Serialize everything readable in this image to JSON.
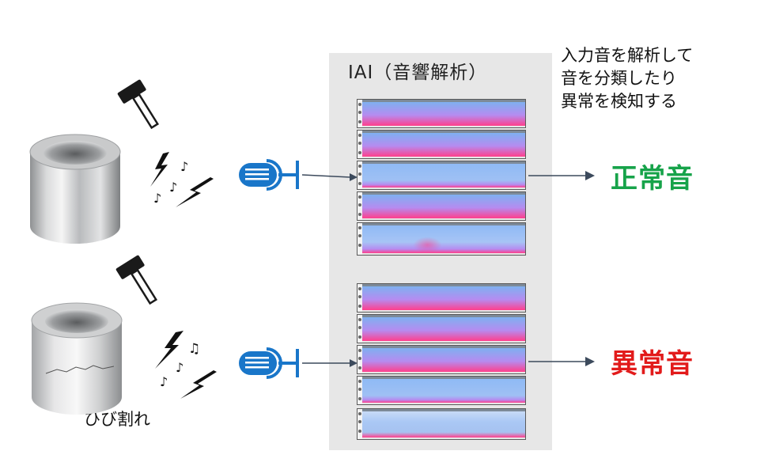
{
  "panel": {
    "title": "IAI（音響解析）"
  },
  "description": "入力音を解析して\n音を分類したり\n異常を検知する",
  "results": {
    "normal": {
      "label": "正常音",
      "color": "#17a34a"
    },
    "abnormal": {
      "label": "異常音",
      "color": "#e21b1b"
    }
  },
  "crack_label": "ひび割れ",
  "colors": {
    "arrow": "#3c4a5c",
    "mic": "#1976c9",
    "spec_top": "#7fb0f0",
    "spec_mid": "#b58cf0",
    "spec_bottom": "#ff3f8c"
  }
}
